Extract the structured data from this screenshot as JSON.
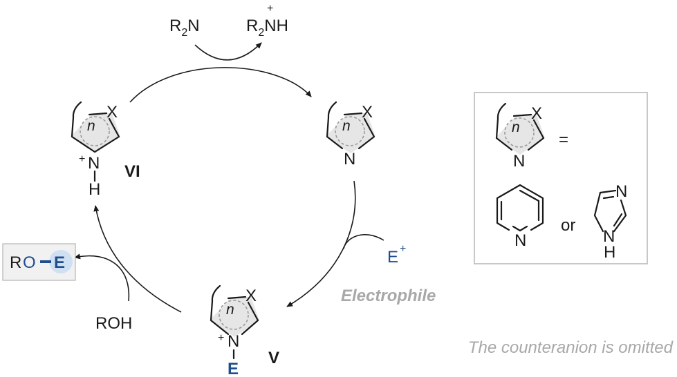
{
  "reagents": {
    "base": "R",
    "base_sub": "2",
    "base_atom": "N",
    "protonated": "R",
    "protonated_sub": "2",
    "protonated_atom": "NH",
    "protonated_charge": "+"
  },
  "catalyst_ring": {
    "ring_index": "n",
    "heteroatom_x": "X",
    "nitrogen": "N",
    "hydrogen": "H",
    "plus": "+",
    "electrophile_on_n": "E"
  },
  "intermediates": {
    "six": "VI",
    "five": "V"
  },
  "electrophile_input": {
    "symbol": "E",
    "charge": "+",
    "label": "Electrophile"
  },
  "alcohol": "ROH",
  "product": {
    "r": "R",
    "o": "O",
    "e": "E"
  },
  "legend": {
    "equals": "=",
    "or": "or",
    "pyridine_n": "N",
    "imidazole_n": "N",
    "imidazole_nh_n": "N",
    "imidazole_nh_h": "H"
  },
  "footnote": "The counteranion is omitted",
  "colors": {
    "accent_blue": "#1f4e8c",
    "highlight": "#cfe0f3",
    "ring_fill": "#e6e6e6",
    "gray_text": "#a8a8a8",
    "box_border": "#b5b5b5"
  }
}
